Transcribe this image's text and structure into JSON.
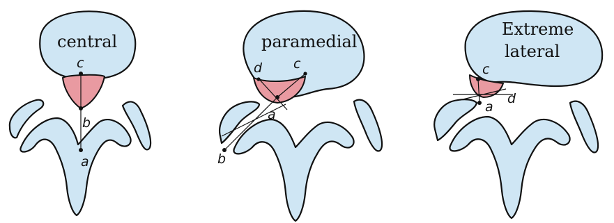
{
  "panels": [
    {
      "title": "central",
      "points": {
        "a": "a",
        "b": "b",
        "c": "c"
      }
    },
    {
      "title": "paramedial",
      "points": {
        "a": "a",
        "b": "b",
        "c": "c",
        "d": "d"
      }
    },
    {
      "title_line1": "Extreme",
      "title_line2": "lateral",
      "points": {
        "a": "a",
        "c": "c",
        "d": "d"
      }
    }
  ],
  "colors": {
    "vertebral_body": "#cfe6f4",
    "disc_herniation": "#e99aa1",
    "outline": "#111111"
  }
}
